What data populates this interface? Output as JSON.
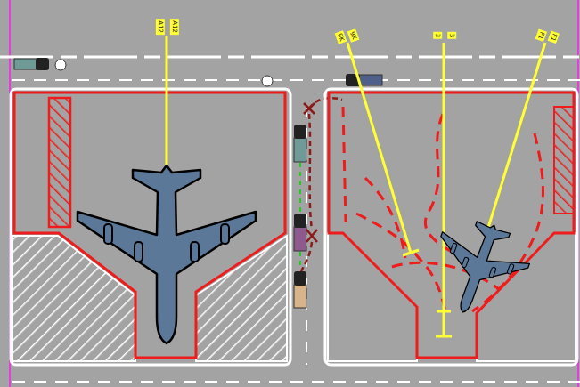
{
  "diagram": {
    "labels": [
      "A12",
      "A12",
      "9K",
      "9K",
      "3",
      "3",
      "F1",
      "F1"
    ]
  }
}
